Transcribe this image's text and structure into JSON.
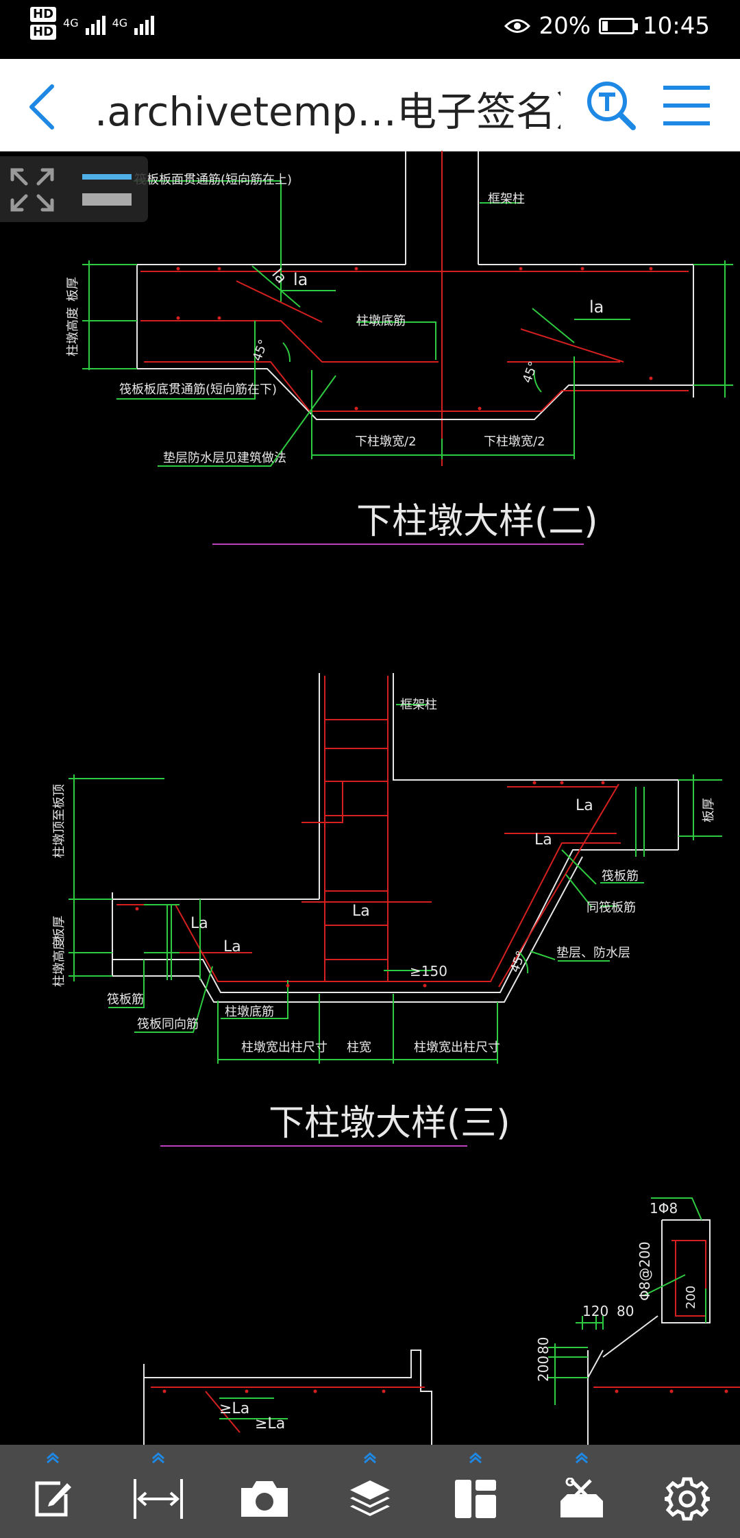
{
  "status": {
    "hd1": "HD",
    "hd2": "HD",
    "net1": "4G",
    "net2": "4G",
    "battery_percent_text": "20%",
    "battery_level": 0.2,
    "time": "10:45"
  },
  "header": {
    "title": ".archivetemp…电子签名）"
  },
  "drawing": {
    "detail2": {
      "title": "下柱墩大样(二)",
      "labels": {
        "raft_top_rebar": "筏板板面贯通筋(短向筋在上)",
        "frame_column": "框架柱",
        "raft_thickness": "板厚",
        "pier_height": "柱墩高度",
        "la1": "la",
        "la2": "la",
        "la3": "la",
        "pier_bottom_rebar": "柱墩底筋",
        "angle1": "45°",
        "angle2": "45°",
        "raft_bottom_rebar": "筏板板底贯通筋(短向筋在下)",
        "cushion": "垫层防水层见建筑做法",
        "half_width_left": "下柱墩宽/2",
        "half_width_right": "下柱墩宽/2"
      }
    },
    "detail3": {
      "title": "下柱墩大样(三)",
      "labels": {
        "frame_column": "框架柱",
        "pier_top_to_raft": "柱墩顶至板顶",
        "raft_thickness_left": "板厚",
        "pier_height": "柱墩高度",
        "raft_thickness_right": "板厚",
        "la_right1": "La",
        "la_right2": "La",
        "la_center": "La",
        "la_left1": "La",
        "la_left2": "La",
        "min150": "≥150",
        "angle": "45°",
        "raft_rebar_right": "筏板筋",
        "same_raft_rebar": "同筏板筋",
        "cushion_waterproof": "垫层、防水层",
        "raft_rebar_left": "筏板筋",
        "raft_same_dir": "筏板同向筋",
        "pier_bottom_rebar": "柱墩底筋",
        "dim_left": "柱墩宽出柱尺寸",
        "dim_center": "柱宽",
        "dim_right": "柱墩宽出柱尺寸"
      }
    },
    "detail_bottom": {
      "labels": {
        "phi8": "1Φ8",
        "phi8_200": "Φ8@200",
        "dim200v": "200",
        "dim120": "120",
        "dim80": "80",
        "dim80v": "80",
        "dim200": "200",
        "la_a": "≥La",
        "la_b": "≥La"
      }
    }
  },
  "toolbar": {
    "items": [
      {
        "name": "edit-tool"
      },
      {
        "name": "measure-tool"
      },
      {
        "name": "camera-tool"
      },
      {
        "name": "layers-tool"
      },
      {
        "name": "layout-tool"
      },
      {
        "name": "toolbox-tool"
      },
      {
        "name": "settings-tool"
      }
    ]
  },
  "colors": {
    "cad_white": "#e8e8e8",
    "cad_green": "#2ecc40",
    "cad_red": "#d62020",
    "cad_magenta": "#c040c0",
    "accent_blue": "#1e88e5"
  }
}
